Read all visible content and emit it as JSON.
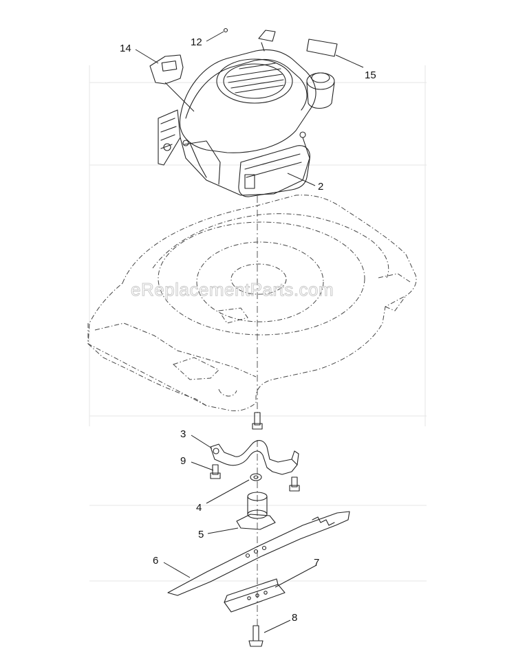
{
  "watermark": "eReplacementParts.com",
  "callouts": [
    {
      "id": "engine",
      "number": "2"
    },
    {
      "id": "blade-adapter-bracket",
      "number": "3"
    },
    {
      "id": "washer",
      "number": "4"
    },
    {
      "id": "blade-adapter",
      "number": "5"
    },
    {
      "id": "blade",
      "number": "6"
    },
    {
      "id": "blade-stiffener",
      "number": "7"
    },
    {
      "id": "blade-bolt",
      "number": "8"
    },
    {
      "id": "bracket-screw",
      "number": "9"
    },
    {
      "id": "screw",
      "number": "12"
    },
    {
      "id": "decal-shroud",
      "number": "14"
    },
    {
      "id": "decal-label",
      "number": "15"
    }
  ]
}
